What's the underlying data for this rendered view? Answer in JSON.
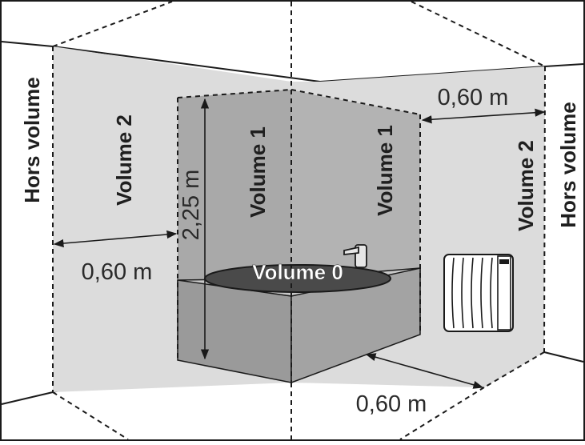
{
  "labels": {
    "hors_volume_left": "Hors volume",
    "hors_volume_right": "Hors volume",
    "volume2_left": "Volume 2",
    "volume2_right": "Volume 2",
    "volume1_left": "Volume 1",
    "volume1_right": "Volume 1",
    "volume0": "Volume 0"
  },
  "dimensions": {
    "height": "2,25 m",
    "clearance_left": "0,60 m",
    "clearance_right": "0,60 m",
    "clearance_front": "0,60 m"
  },
  "colors": {
    "volume2_fill": "#dcdcdc",
    "volume1_fill": "#a9a9a9",
    "bath_side": "#9a9a9a",
    "water": "#4a4a4a",
    "line": "#1a1a1a"
  },
  "icons": [
    "radiator-icon",
    "faucet-icon"
  ]
}
